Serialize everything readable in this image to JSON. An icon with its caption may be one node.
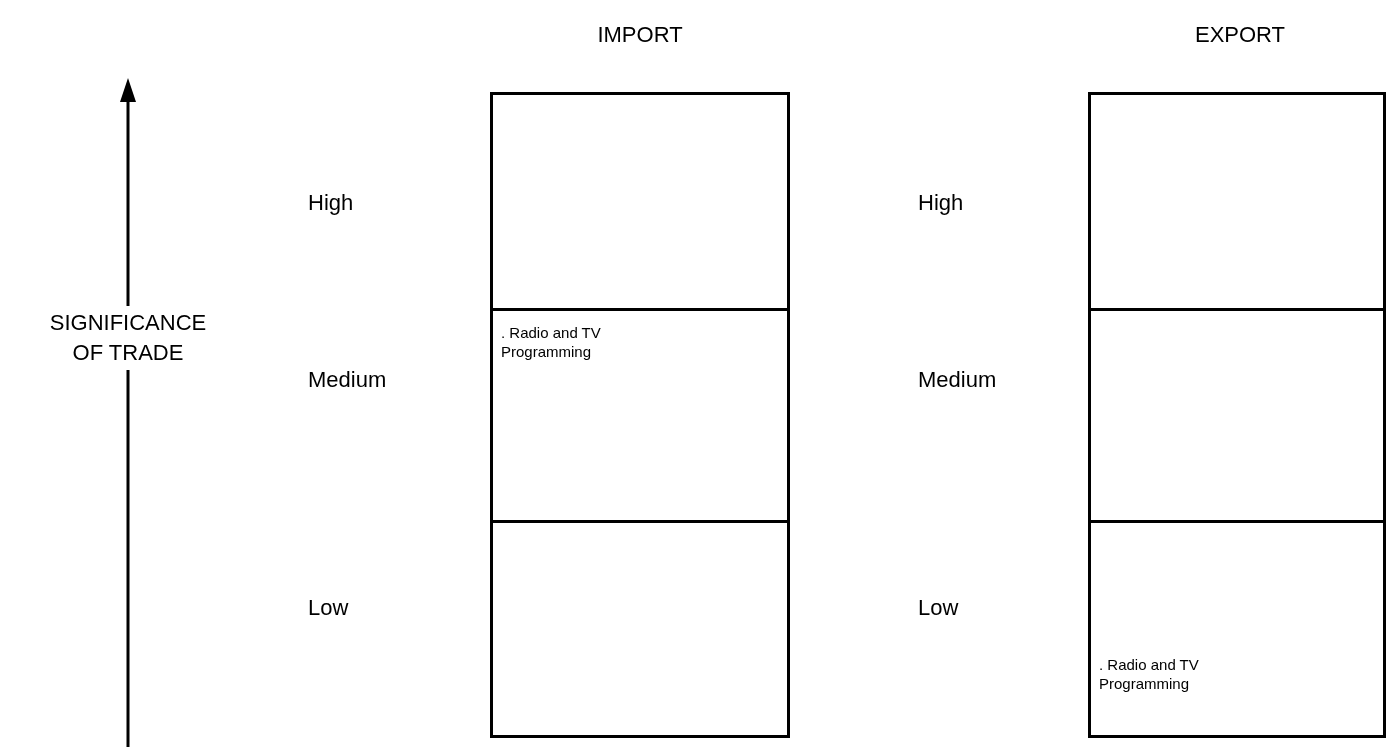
{
  "diagram": {
    "nodes": [
      {
        "text": [],
        "shape": "box"
      },
      {
        "text": [
          ". Radio and TV Programming"
        ]
      },
      {
        "text": [],
        "shape": "box"
      },
      {
        "text": [],
        "shape": "box"
      },
      {
        "text": [],
        "shape": "box"
      },
      {
        "text": [
          ". Radio and TV Programming"
        ]
      }
    ],
    "labels": [
      "IMPORT",
      "EXPORT",
      "SIGNIFICANCE OF TRADE",
      "High",
      "Medium",
      "Low",
      "High",
      "Medium",
      "Low"
    ]
  }
}
